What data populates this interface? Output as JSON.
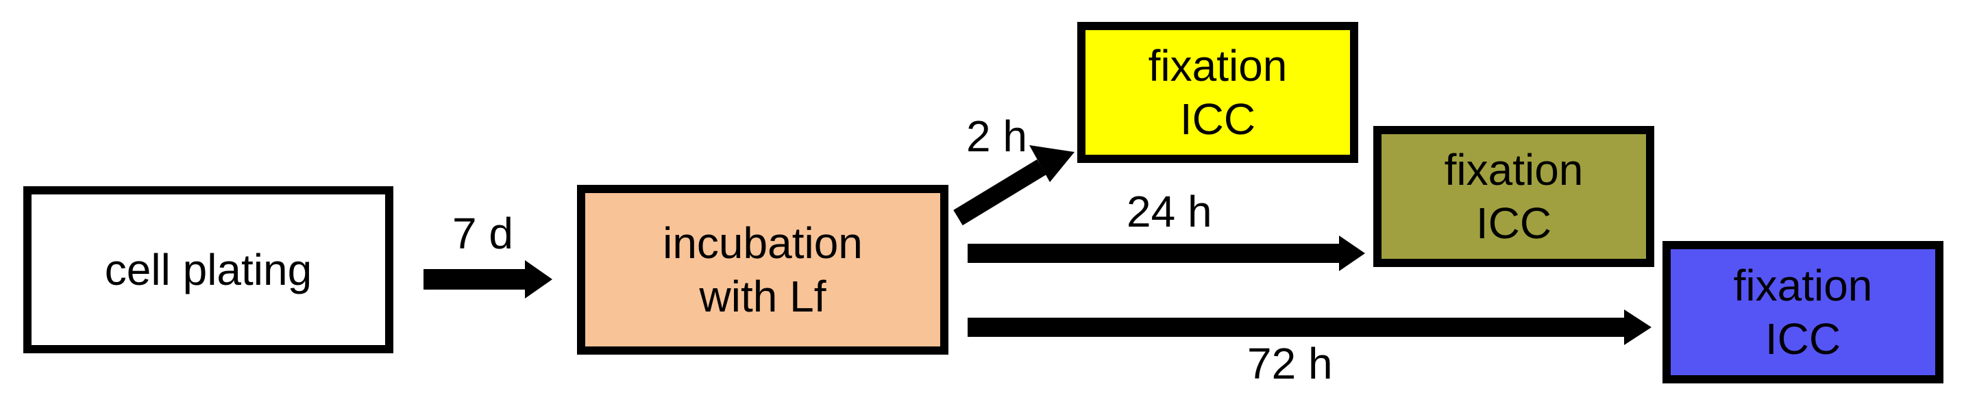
{
  "boxes": {
    "cell_plating": {
      "text": "cell plating",
      "fill": "#ffffff"
    },
    "incubation": {
      "text": "incubation\nwith Lf",
      "fill": "#f8c397"
    },
    "fixation_2h": {
      "text": "fixation\nICC",
      "fill": "#ffff00"
    },
    "fixation_24h": {
      "text": "fixation\nICC",
      "fill": "#a0a040"
    },
    "fixation_72h": {
      "text": "fixation\nICC",
      "fill": "#5555f6"
    }
  },
  "arrows": {
    "plating_to_incubation": {
      "label": "7 d"
    },
    "to_fixation_2h": {
      "label": "2 h"
    },
    "to_fixation_24h": {
      "label": "24 h"
    },
    "to_fixation_72h": {
      "label": "72 h"
    }
  }
}
